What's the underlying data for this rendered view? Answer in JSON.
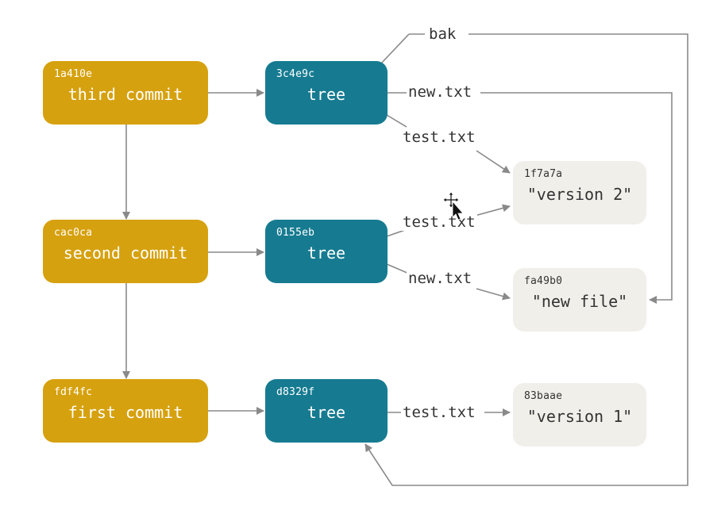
{
  "commits": [
    {
      "hash": "1a410e",
      "label": "third commit"
    },
    {
      "hash": "cac0ca",
      "label": "second commit"
    },
    {
      "hash": "fdf4fc",
      "label": "first commit"
    }
  ],
  "trees": [
    {
      "hash": "3c4e9c",
      "label": "tree"
    },
    {
      "hash": "0155eb",
      "label": "tree"
    },
    {
      "hash": "d8329f",
      "label": "tree"
    }
  ],
  "blobs": [
    {
      "hash": "1f7a7a",
      "label": "\"version 2\""
    },
    {
      "hash": "fa49b0",
      "label": "\"new file\""
    },
    {
      "hash": "83baae",
      "label": "\"version 1\""
    }
  ],
  "edge_labels": {
    "bak": "bak",
    "third_new": "new.txt",
    "third_test": "test.txt",
    "second_test": "test.txt",
    "second_new": "new.txt",
    "first_test": "test.txt"
  },
  "colors": {
    "commit": "#d6a10e",
    "tree": "#167b91",
    "blob": "#f1efea",
    "line": "#8a8a8a"
  }
}
